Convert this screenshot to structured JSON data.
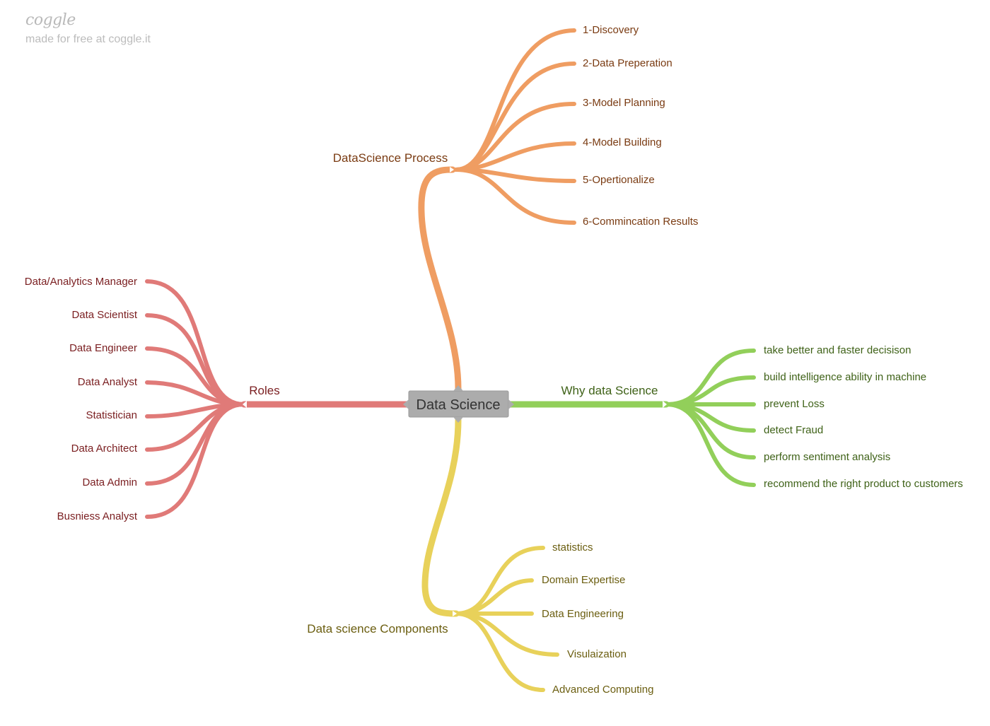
{
  "watermark": {
    "logo": "coggle",
    "made_for_free": "made for free at coggle.it"
  },
  "colors": {
    "orange": "#ef9d62",
    "red": "#e07a78",
    "green": "#92cf5a",
    "yellow": "#e8d15a",
    "center_fill": "#acacac",
    "orange_text": "#7a3b12",
    "red_text": "#7a1e20",
    "green_text": "#3f6218",
    "yellow_text": "#6b5e10"
  },
  "center": {
    "label": "Data Science"
  },
  "branches": {
    "process": {
      "label": "DataScience Process",
      "items": [
        "1-Discovery",
        "2-Data Preperation",
        "3-Model Planning",
        "4-Model Building",
        "5-Opertionalize",
        "6-Commincation Results"
      ]
    },
    "roles": {
      "label": "Roles",
      "items": [
        "Data/Analytics Manager",
        "Data Scientist",
        "Data Engineer",
        "Data Analyst",
        "Statistician",
        "Data Architect",
        "Data Admin",
        "Busniess Analyst"
      ]
    },
    "why": {
      "label": "Why data Science",
      "items": [
        "take better and faster decisison",
        "build intelligence ability in machine",
        "prevent Loss",
        "detect Fraud",
        "perform sentiment analysis",
        "recommend the right product to customers"
      ]
    },
    "components": {
      "label": "Data science Components",
      "items": [
        "statistics",
        "Domain Expertise",
        "Data Engineering",
        "Visulaization",
        "Advanced Computing"
      ]
    }
  }
}
